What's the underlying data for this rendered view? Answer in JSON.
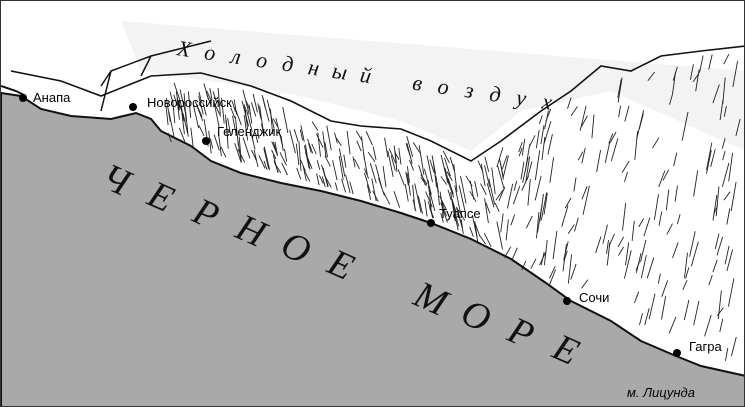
{
  "map": {
    "cold_air_label": "Холодный воздух",
    "sea_label": "ЧЕРНОЕ МОРЕ",
    "cape_label": "м. Лицунда",
    "towns": [
      {
        "name": "Анапа"
      },
      {
        "name": "Новороссийск"
      },
      {
        "name": "Геленджик"
      },
      {
        "name": "Туапсе"
      },
      {
        "name": "Сочи"
      },
      {
        "name": "Гагра"
      }
    ],
    "colors": {
      "sea": "#a9a9a9",
      "land": "#ffffff",
      "cold_air_band": "#f2f2f2",
      "ink": "#111111"
    }
  }
}
